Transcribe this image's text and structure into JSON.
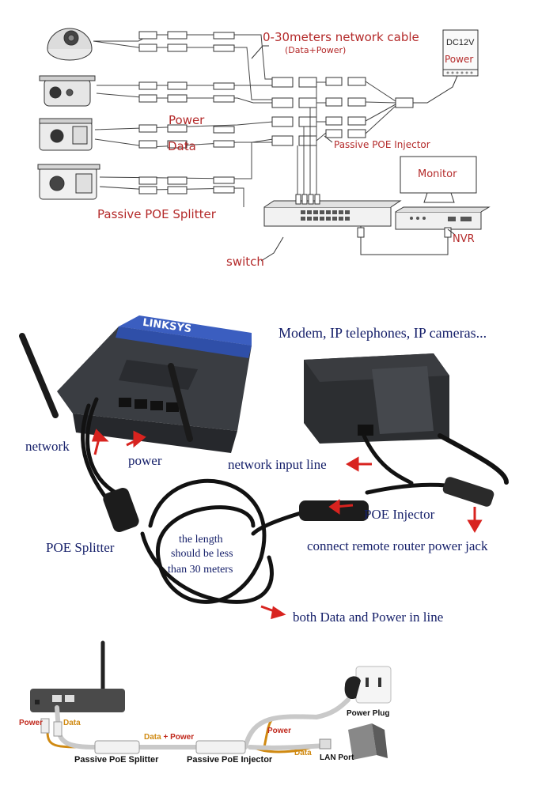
{
  "panel1": {
    "cable_title": "0-30meters network cable",
    "cable_sub": "(Data+Power)",
    "power": "Power",
    "data": "Data",
    "splitter": "Passive POE Splitter",
    "injector": "Passive POE Injector",
    "switch": "switch",
    "psu_top": "DC12V",
    "psu_bottom": "Power",
    "monitor": "Monitor",
    "nvr": "NVR"
  },
  "panel2": {
    "devices": "Modem, IP telephones, IP cameras...",
    "network": "network",
    "power": "power",
    "network_input": "network input line",
    "poe_injector": "POE Injector",
    "poe_splitter": "POE Splitter",
    "length_l1": "the length",
    "length_l2": "should be less",
    "length_l3": "than 30 meters",
    "remote_power": "connect remote router power jack",
    "both": "both Data and Power in line",
    "router_brand": "LINKSYS"
  },
  "panel3": {
    "power_left": "Power",
    "data_left": "Data",
    "data_power": "Data",
    "plus": "+",
    "power_mid": "Power",
    "power_right": "Power",
    "data_right": "Data",
    "splitter": "Passive PoE Splitter",
    "injector": "Passive PoE Injector",
    "power_plug": "Power Plug",
    "lan_port": "LAN Port"
  },
  "colors": {
    "label_red": "#b42a2a",
    "label_navy": "#16206a",
    "router_blue": "#2f4fa8",
    "arrow_red": "#d8231f",
    "line_orange": "#d08a12"
  }
}
